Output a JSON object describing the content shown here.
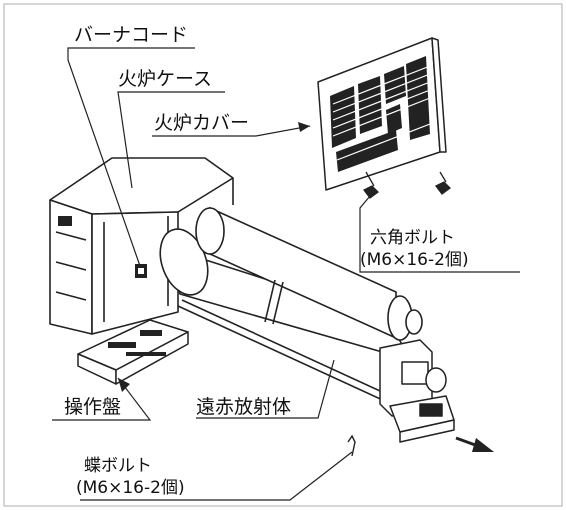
{
  "labels": {
    "burner_cord": "バーナコード",
    "furnace_case": "火炉ケース",
    "furnace_cover": "火炉カバー",
    "hex_bolt": "六角ボルト",
    "hex_bolt_spec": "(M6×16-2個)",
    "control_panel": "操作盤",
    "far_infrared_radiator": "遠赤放射体",
    "wing_bolt": "蝶ボルト",
    "wing_bolt_spec": "(M6×16-2個)"
  }
}
